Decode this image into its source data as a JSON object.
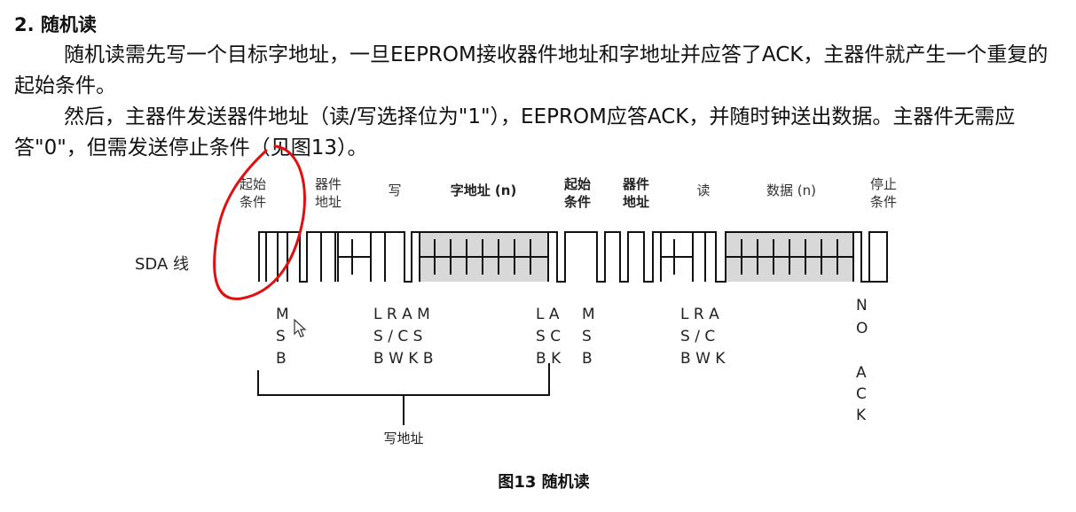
{
  "section": {
    "heading": "2. 随机读",
    "paragraph1": "随机读需先写一个目标字地址，一旦EEPROM接收器件地址和字地址并应答了ACK，主器件就产生一个重复的起始条件。",
    "paragraph2": "然后，主器件发送器件地址（读/写选择位为\"1\"），EEPROM应答ACK，并随时钟送出数据。主器件无需应答\"0\"，但需发送停止条件（见图13）。"
  },
  "figure": {
    "caption": "图13 随机读",
    "line_label": "SDA 线",
    "header": {
      "start1_a": "起始",
      "start1_b": "条件",
      "devaddr1_a": "器件",
      "devaddr1_b": "地址",
      "write": "写",
      "wordaddr": "字地址 (n)",
      "start2_a": "起始",
      "start2_b": "条件",
      "devaddr2_a": "器件",
      "devaddr2_b": "地址",
      "read": "读",
      "data": "数据 (n)",
      "stop_a": "停止",
      "stop_b": "条件"
    },
    "bits": {
      "msb1": [
        "M",
        "S",
        "B"
      ],
      "group1": [
        "L R A M",
        "S / C S",
        "B W K B"
      ],
      "group2": [
        "L A",
        "S C",
        "B K"
      ],
      "msb2": [
        "M",
        "S",
        "B"
      ],
      "group3": [
        "L R A",
        "S / C",
        "B W K"
      ],
      "noack": [
        "N",
        "O",
        "",
        "A",
        "C",
        "K"
      ]
    },
    "bracket_label": "写地址",
    "colors": {
      "shaded": "#d8d8d8",
      "annotation_red": "#e01010"
    }
  }
}
